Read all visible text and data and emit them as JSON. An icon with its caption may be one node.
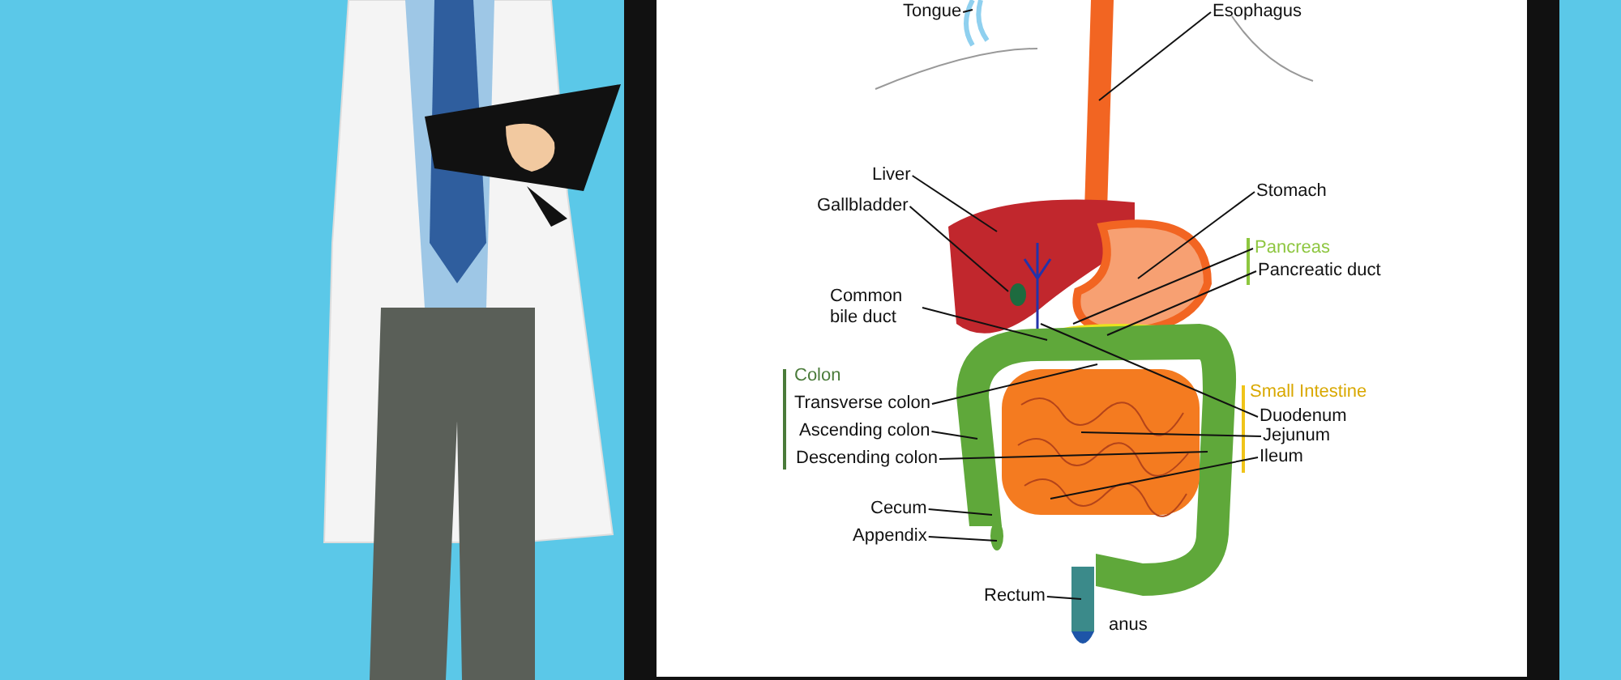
{
  "diagram": {
    "nodes": [
      {
        "text": [
          "Tongue"
        ]
      },
      {
        "text": [
          "Esophagus"
        ]
      },
      {
        "text": [
          "Liver"
        ]
      },
      {
        "text": [
          "Gallbladder"
        ]
      },
      {
        "text": [
          "Stomach"
        ]
      },
      {
        "text": [
          "Pancreas"
        ]
      },
      {
        "text": [
          "Pancreatic duct"
        ]
      },
      {
        "text": [
          "Common bile duct"
        ]
      },
      {
        "text": [
          "Transverse colon"
        ]
      },
      {
        "text": [
          "Ascending colon"
        ]
      },
      {
        "text": [
          "Descending colon"
        ]
      },
      {
        "text": [
          "Duodenum"
        ]
      },
      {
        "text": [
          "Jejunum"
        ]
      },
      {
        "text": [
          "Ileum"
        ]
      },
      {
        "text": [
          "Cecum"
        ]
      },
      {
        "text": [
          "Appendix"
        ]
      },
      {
        "text": [
          "Rectum"
        ]
      }
    ],
    "edges": [
      {
        "from": 0,
        "to": null,
        "arrow": "none"
      },
      {
        "from": 1,
        "to": null,
        "arrow": "none"
      },
      {
        "from": 2,
        "to": null,
        "arrow": "none"
      },
      {
        "from": 3,
        "to": null,
        "arrow": "none"
      },
      {
        "from": 4,
        "to": null,
        "arrow": "none"
      },
      {
        "from": 5,
        "to": null,
        "arrow": "none"
      },
      {
        "from": 6,
        "to": null,
        "arrow": "none"
      },
      {
        "from": 7,
        "to": null,
        "arrow": "none"
      },
      {
        "from": 8,
        "to": null,
        "arrow": "none"
      },
      {
        "from": 9,
        "to": null,
        "arrow": "none"
      },
      {
        "from": 10,
        "to": null,
        "arrow": "none"
      },
      {
        "from": 11,
        "to": null,
        "arrow": "none"
      },
      {
        "from": 12,
        "to": null,
        "arrow": "none"
      },
      {
        "from": 13,
        "to": null,
        "arrow": "none"
      },
      {
        "from": 14,
        "to": null,
        "arrow": "none"
      },
      {
        "from": 15,
        "to": null,
        "arrow": "none"
      },
      {
        "from": 16,
        "to": null,
        "arrow": "none"
      }
    ],
    "labels": [
      "Colon",
      "Small Intestine",
      "anus"
    ]
  }
}
